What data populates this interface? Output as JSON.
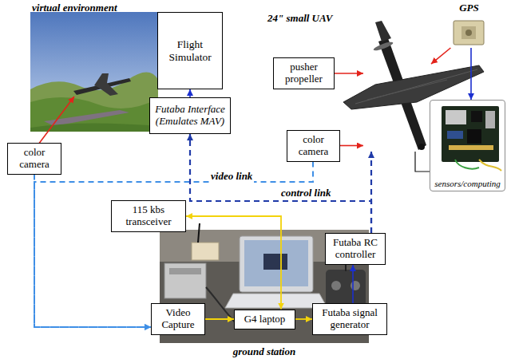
{
  "diagram": {
    "nodes": [
      {
        "text": [
          "Flight Simulator"
        ]
      },
      {
        "text": [
          "Futaba Interface (Emulates MAV)"
        ]
      },
      {
        "text": [
          "color camera"
        ]
      },
      {
        "text": [
          "24\" small UAV"
        ]
      },
      {
        "text": [
          "GPS"
        ]
      },
      {
        "text": [
          "pusher propeller"
        ]
      },
      {
        "text": [
          "color camera"
        ]
      },
      {
        "text": [
          "sensors/computing"
        ]
      },
      {
        "text": [
          "115 kbs transceiver"
        ]
      },
      {
        "text": [
          "Futaba RC controller"
        ]
      },
      {
        "text": [
          "Video Capture"
        ]
      },
      {
        "text": [
          "G4 laptop"
        ]
      },
      {
        "text": [
          "Futaba signal generator"
        ]
      }
    ],
    "edges": [
      {
        "from": 1,
        "to": 0,
        "arrow": "to"
      },
      {
        "from": 5,
        "to": 3,
        "arrow": "to"
      },
      {
        "from": 4,
        "to": 3,
        "arrow": "to"
      },
      {
        "from": 4,
        "to": 7,
        "arrow": "to"
      },
      {
        "from": 6,
        "to": 3,
        "arrow": "to"
      },
      {
        "from": 3,
        "to": 7,
        "arrow": "none"
      },
      {
        "from": 2,
        "to": 10,
        "arrow": "to"
      },
      {
        "from": 6,
        "to": 10,
        "label": "video link",
        "arrow": "to"
      },
      {
        "from": 9,
        "to": 1,
        "label": "control link",
        "arrow": "to"
      },
      {
        "from": 9,
        "to": 3,
        "arrow": "to"
      },
      {
        "from": 8,
        "to": 11,
        "arrow": "both"
      },
      {
        "from": 10,
        "to": 11,
        "arrow": "to"
      },
      {
        "from": 11,
        "to": 12,
        "arrow": "to"
      },
      {
        "from": 12,
        "to": 9,
        "arrow": "to"
      }
    ],
    "labels": [
      "virtual environment",
      "ground station"
    ]
  }
}
